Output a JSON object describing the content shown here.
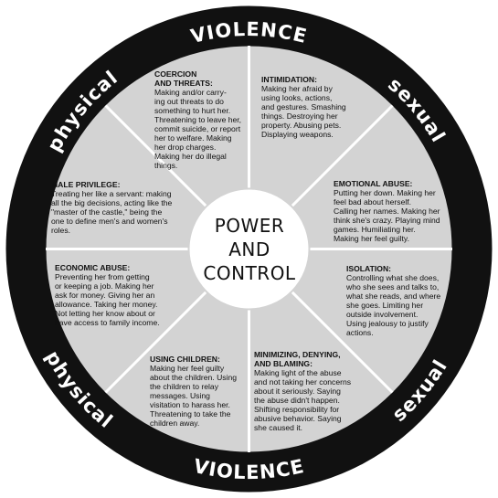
{
  "rim": {
    "top_label": "VIOLENCE",
    "bottom_label": "VIOLENCE",
    "upper_left_label": "physical",
    "upper_right_label": "sexual",
    "lower_left_label": "physical",
    "lower_right_label": "sexual"
  },
  "center": {
    "line1": "POWER",
    "line2": "AND",
    "line3": "CONTROL"
  },
  "sections": {
    "coercion": {
      "title_line1": "COERCION",
      "title_line2": "AND THREATS:",
      "body": [
        "Making and/or carry-",
        "ing out threats to do",
        "something to hurt her.",
        "Threatening to leave her,",
        "commit suicide, or report",
        "her to welfare.  Making",
        "her drop charges.",
        "Making her do illegal",
        "things."
      ]
    },
    "intimidation": {
      "title": "INTIMIDATION:",
      "body": [
        "Making her afraid by",
        "using looks, actions,",
        "and gestures.  Smashing",
        "things.  Destroying her",
        "property.  Abusing pets.",
        "Displaying weapons."
      ]
    },
    "male_privilege": {
      "title": "MALE PRIVILEGE:",
      "body": [
        "Treating her like a servant: making",
        "all the big decisions, acting like the",
        "\"master of the castle,\" being the",
        "one to define men's and women's",
        "roles."
      ]
    },
    "emotional_abuse": {
      "title": "EMOTIONAL ABUSE:",
      "body": [
        "Putting her down.  Making her",
        "feel bad about herself.",
        "Calling her names.  Making her",
        "think she's crazy.  Playing mind",
        "games.  Humiliating her.",
        "Making her feel guilty."
      ]
    },
    "economic_abuse": {
      "title": "ECONOMIC ABUSE:",
      "body": [
        "Preventing her from getting",
        "or keeping a job.  Making her",
        "ask for money.  Giving her an",
        "allowance.  Taking her money.",
        "Not letting her know about or",
        "have access to family income."
      ]
    },
    "isolation": {
      "title": "ISOLATION:",
      "body": [
        "Controlling what she does,",
        "who she sees and talks to,",
        "what she reads, and where",
        "she goes.  Limiting her",
        "outside involvement.",
        "Using jealousy to justify",
        "actions."
      ]
    },
    "using_children": {
      "title": "USING CHILDREN:",
      "body": [
        "Making her feel guilty",
        "about the children.  Using",
        "the children to relay",
        "messages.  Using",
        "visitation to harass her.",
        "Threatening to take the",
        "children away."
      ]
    },
    "minimizing": {
      "title_line1": "MINIMIZING, DENYING,",
      "title_line2": "AND BLAMING:",
      "body": [
        "Making light of the abuse",
        "and not taking her concerns",
        "about it seriously.  Saying",
        "the abuse didn't happen.",
        "Shifting responsibility for",
        "abusive behavior.  Saying",
        "she caused it."
      ]
    }
  }
}
